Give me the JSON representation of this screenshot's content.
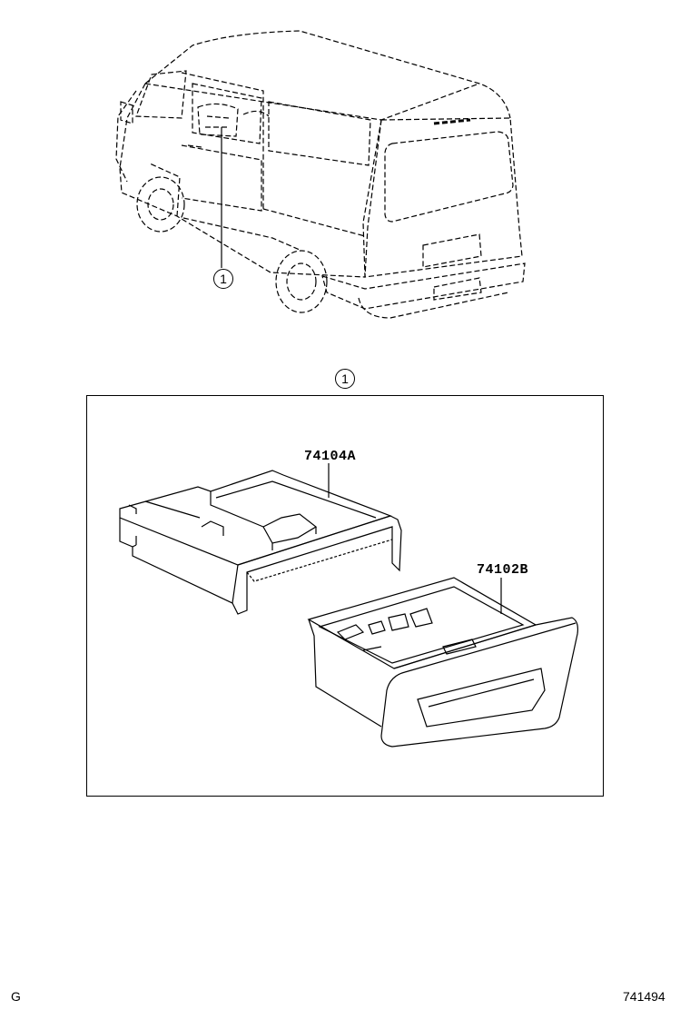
{
  "callouts": {
    "van_ref": "1",
    "detail_ref": "1"
  },
  "parts": {
    "upper_part_no": "74104A",
    "lower_part_no": "74102B"
  },
  "footer": {
    "left_code": "G",
    "right_code": "741494"
  }
}
